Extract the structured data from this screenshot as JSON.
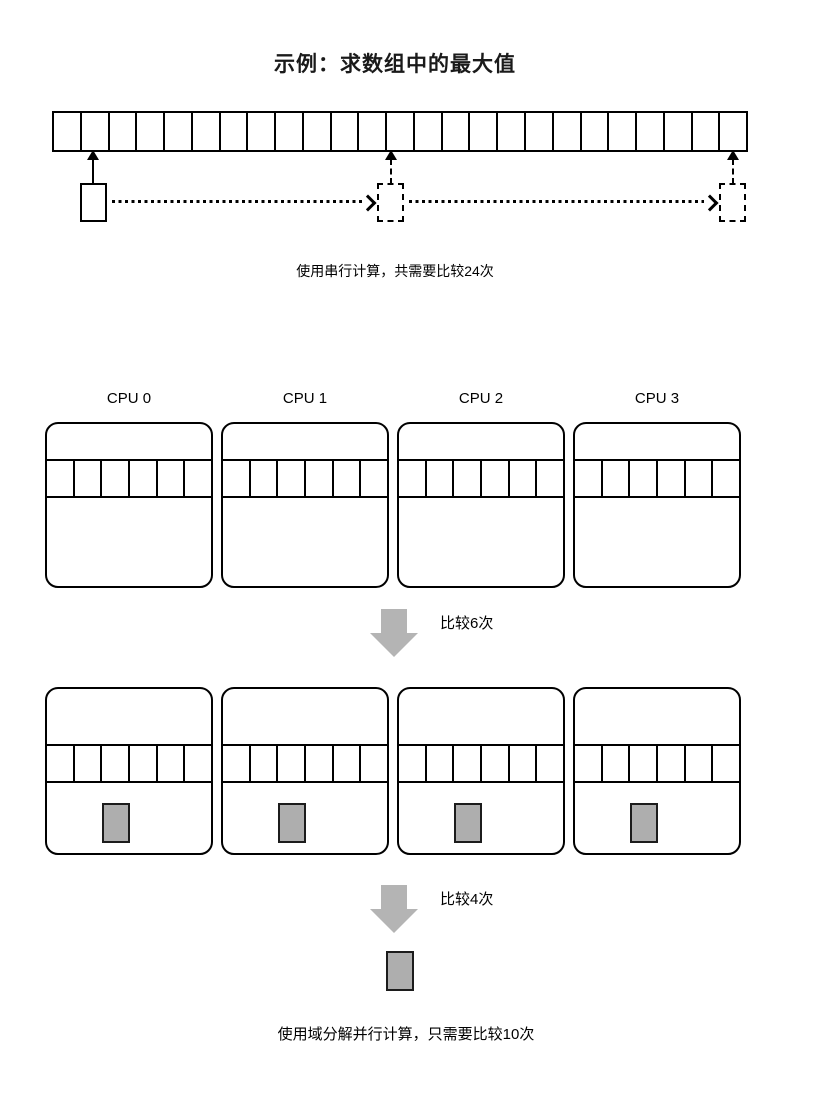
{
  "title": "示例：求数组中的最大值",
  "serial": {
    "cell_count": 25,
    "caption": "使用串行计算，共需要比较24次"
  },
  "parallel": {
    "cpus": [
      {
        "label": "CPU 0"
      },
      {
        "label": "CPU 1"
      },
      {
        "label": "CPU 2"
      },
      {
        "label": "CPU 3"
      }
    ],
    "cells_per_cpu": 6,
    "step1_label": "比较6次",
    "step2_label": "比较4次",
    "caption": "使用域分解并行计算，只需要比较10次"
  },
  "colors": {
    "line": "#000000",
    "gray_fill": "#aeaeae",
    "arrow_gray": "#b4b4b4",
    "background": "#ffffff"
  }
}
